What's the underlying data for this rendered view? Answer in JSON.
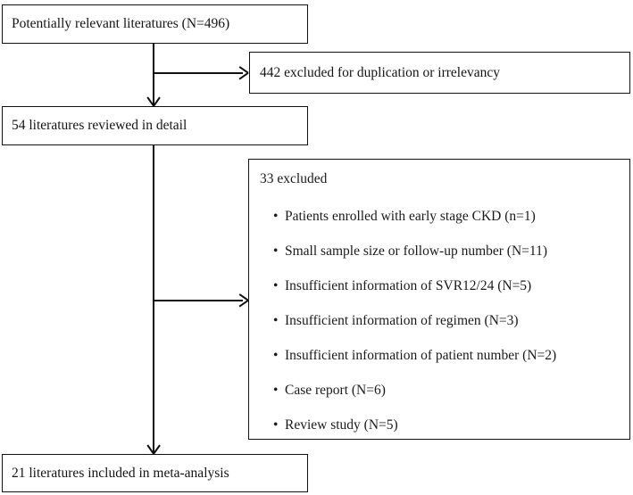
{
  "diagram": {
    "type": "prisma-flow-diagram",
    "stroke_color": "#111111",
    "background_color": "#ffffff",
    "text_color": "#141414",
    "nodes": {
      "identified": "Potentially relevant literatures (N=496)",
      "excluded_duplication": "442 excluded for duplication or irrelevancy",
      "reviewed": "54 literatures reviewed in detail",
      "excluded_detail_heading": "33 excluded",
      "included": "21 literatures included in meta-analysis"
    },
    "exclusion_reasons": [
      "Patients enrolled with early stage CKD (n=1)",
      "Small sample size or follow-up number (N=11)",
      "Insufficient information of SVR12/24 (N=5)",
      "Insufficient information of regimen (N=3)",
      "Insufficient information of patient number (N=2)",
      "Case report (N=6)",
      "Review study (N=5)"
    ],
    "bullet_glyph": "•",
    "counts": {
      "potentially_relevant": 496,
      "excluded_duplication_or_irrelevancy": 442,
      "reviewed_in_detail": 54,
      "excluded_after_review": 33,
      "included_in_meta_analysis": 21
    }
  }
}
